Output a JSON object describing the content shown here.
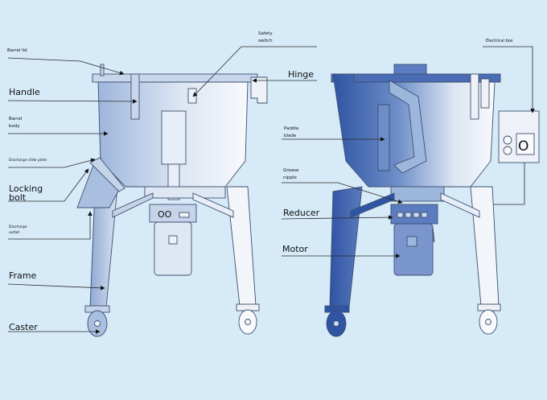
{
  "colors": {
    "background": "#d6eaf8",
    "accent_dark": "#2f54a3",
    "body_light": "#eef2f8"
  },
  "labels": {
    "barrel_lid": "Barrel lid",
    "handle": "Handle",
    "barrel_body_1": "Barrel",
    "barrel_body_2": "body",
    "discharge_slide_plate": "Discharge slide plate",
    "locking_bolt_1": "Locking",
    "locking_bolt_2": "bolt",
    "discharge_outlet_1": "Discharge",
    "discharge_outlet_2": "outlet",
    "frame": "Frame",
    "caster": "Caster",
    "safety_switch_1": "Safety",
    "safety_switch_2": "switch",
    "hinge": "Hinge",
    "electrical_box": "Electrical box",
    "paddle_blade_1": "Paddle",
    "paddle_blade_2": "blade",
    "grease_nipple_1": "Grease",
    "grease_nipple_2": "nipple",
    "reducer": "Reducer",
    "motor": "Motor"
  },
  "panel_text": {
    "switch_symbol": "O",
    "coupling_symbol": "OO"
  }
}
